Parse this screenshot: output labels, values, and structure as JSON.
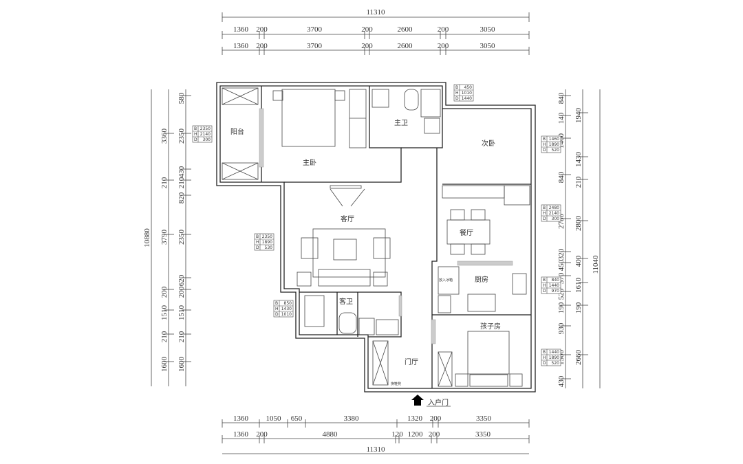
{
  "rooms": {
    "balcony": "阳台",
    "master_bedroom": "主卧",
    "master_bath": "主卫",
    "second_bedroom": "次卧",
    "living_room": "客厅",
    "dining_room": "餐厅",
    "kitchen": "厨房",
    "guest_bath": "客卫",
    "kids_room": "孩子房",
    "foyer": "门厅",
    "entrance": "入户门",
    "fridge_note": "放入冰箱",
    "shoe_note": "换鞋凳"
  },
  "dims": {
    "top_total": "11310",
    "top_row1": [
      "1360",
      "200",
      "3700",
      "200",
      "2600",
      "200",
      "3050"
    ],
    "top_row2": [
      "1360",
      "200",
      "3700",
      "200",
      "2600",
      "200",
      "3050"
    ],
    "bottom_row1": [
      "1360",
      "1050",
      "650",
      "3380",
      "1320",
      "200",
      "3350"
    ],
    "bottom_row2": [
      "1360",
      "200",
      "4880",
      "120",
      "1200",
      "200",
      "3350"
    ],
    "bottom_total": "11310",
    "left_total": "10880",
    "left_mid": [
      "3360",
      "210",
      "3790",
      "200",
      "1510",
      "210",
      "1600"
    ],
    "left_inner": [
      "580",
      "2350",
      "430",
      "210",
      "820",
      "2350",
      "620",
      "200",
      "1510",
      "210",
      "1600"
    ],
    "right_inner": [
      "840",
      "140",
      "1460",
      "840",
      "2780",
      "320",
      "450",
      "570",
      "520",
      "190",
      "930",
      "1500",
      "430"
    ],
    "right_mid": [
      "1940",
      "1430",
      "210",
      "2800",
      "400",
      "1610",
      "190",
      "2660"
    ],
    "right_total": "11040"
  },
  "specs": [
    {
      "B": "2350",
      "H": "2140",
      "D": "300"
    },
    {
      "B": "2350",
      "H": "1890",
      "D": "530"
    },
    {
      "B": "850",
      "H": "1430",
      "D": "1010"
    },
    {
      "B": "450",
      "H": "1010",
      "D": "1440"
    },
    {
      "B": "1460",
      "H": "1890",
      "D": "520"
    },
    {
      "B": "2480",
      "H": "2140",
      "D": "300"
    },
    {
      "B": "840",
      "H": "1440",
      "D": "970"
    },
    {
      "B": "1440",
      "H": "1890",
      "D": "520"
    }
  ],
  "spec_keys": [
    "B",
    "H",
    "D"
  ]
}
